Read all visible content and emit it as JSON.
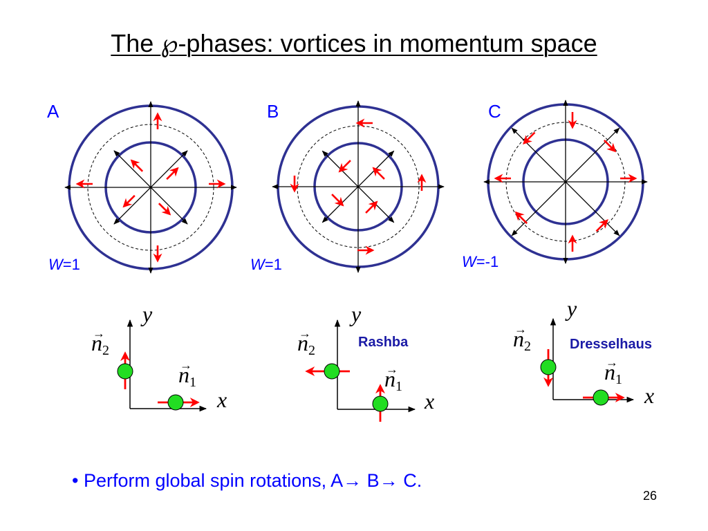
{
  "title": {
    "pre": "The ",
    "symbol": "℘",
    "post": "-phases: vortices in momentum space"
  },
  "panels": [
    {
      "label": "A",
      "winding_var": "W",
      "winding_val": "=1"
    },
    {
      "label": "B",
      "winding_var": "W",
      "winding_val": "=1"
    },
    {
      "label": "C",
      "winding_var": "W",
      "winding_val": "=-1"
    }
  ],
  "axes": {
    "x_label": "x",
    "y_label": "y"
  },
  "vectors": {
    "n1_base": "n",
    "n1_sub": "1",
    "n2_base": "n",
    "n2_sub": "2",
    "arrow_mark": "→"
  },
  "coupling_labels": {
    "b": "Rashba",
    "c": "Dresselhaus"
  },
  "bullet": {
    "marker": "•",
    "text": "Perform global spin rotations,  A",
    "arrow1": "→",
    "mid": " B",
    "arrow2": "→",
    "end": " C."
  },
  "page_number": "26",
  "colors": {
    "ring": "#2e3192",
    "spin_arrow": "#ff0000",
    "dot_fill": "#22dd22",
    "label_blue": "#0000ff"
  }
}
